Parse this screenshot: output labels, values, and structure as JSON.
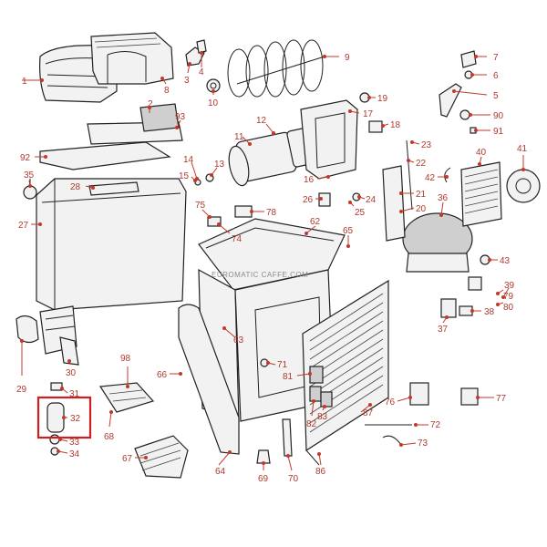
{
  "watermark": "EUROMATIC CAFFE.COM",
  "highlighted_part": "32",
  "labels": [
    "1",
    "2",
    "3",
    "4",
    "5",
    "6",
    "7",
    "8",
    "9",
    "10",
    "11",
    "12",
    "13",
    "14",
    "15",
    "16",
    "17",
    "18",
    "19",
    "20",
    "21",
    "22",
    "23",
    "24",
    "25",
    "26",
    "27",
    "28",
    "29",
    "30",
    "31",
    "32",
    "33",
    "34",
    "35",
    "36",
    "37",
    "38",
    "39",
    "40",
    "41",
    "42",
    "43",
    "62",
    "63",
    "64",
    "65",
    "66",
    "67",
    "68",
    "69",
    "70",
    "71",
    "72",
    "73",
    "74",
    "75",
    "76",
    "77",
    "78",
    "79",
    "80",
    "81",
    "82",
    "83",
    "86",
    "87",
    "90",
    "91",
    "92",
    "93",
    "98"
  ]
}
